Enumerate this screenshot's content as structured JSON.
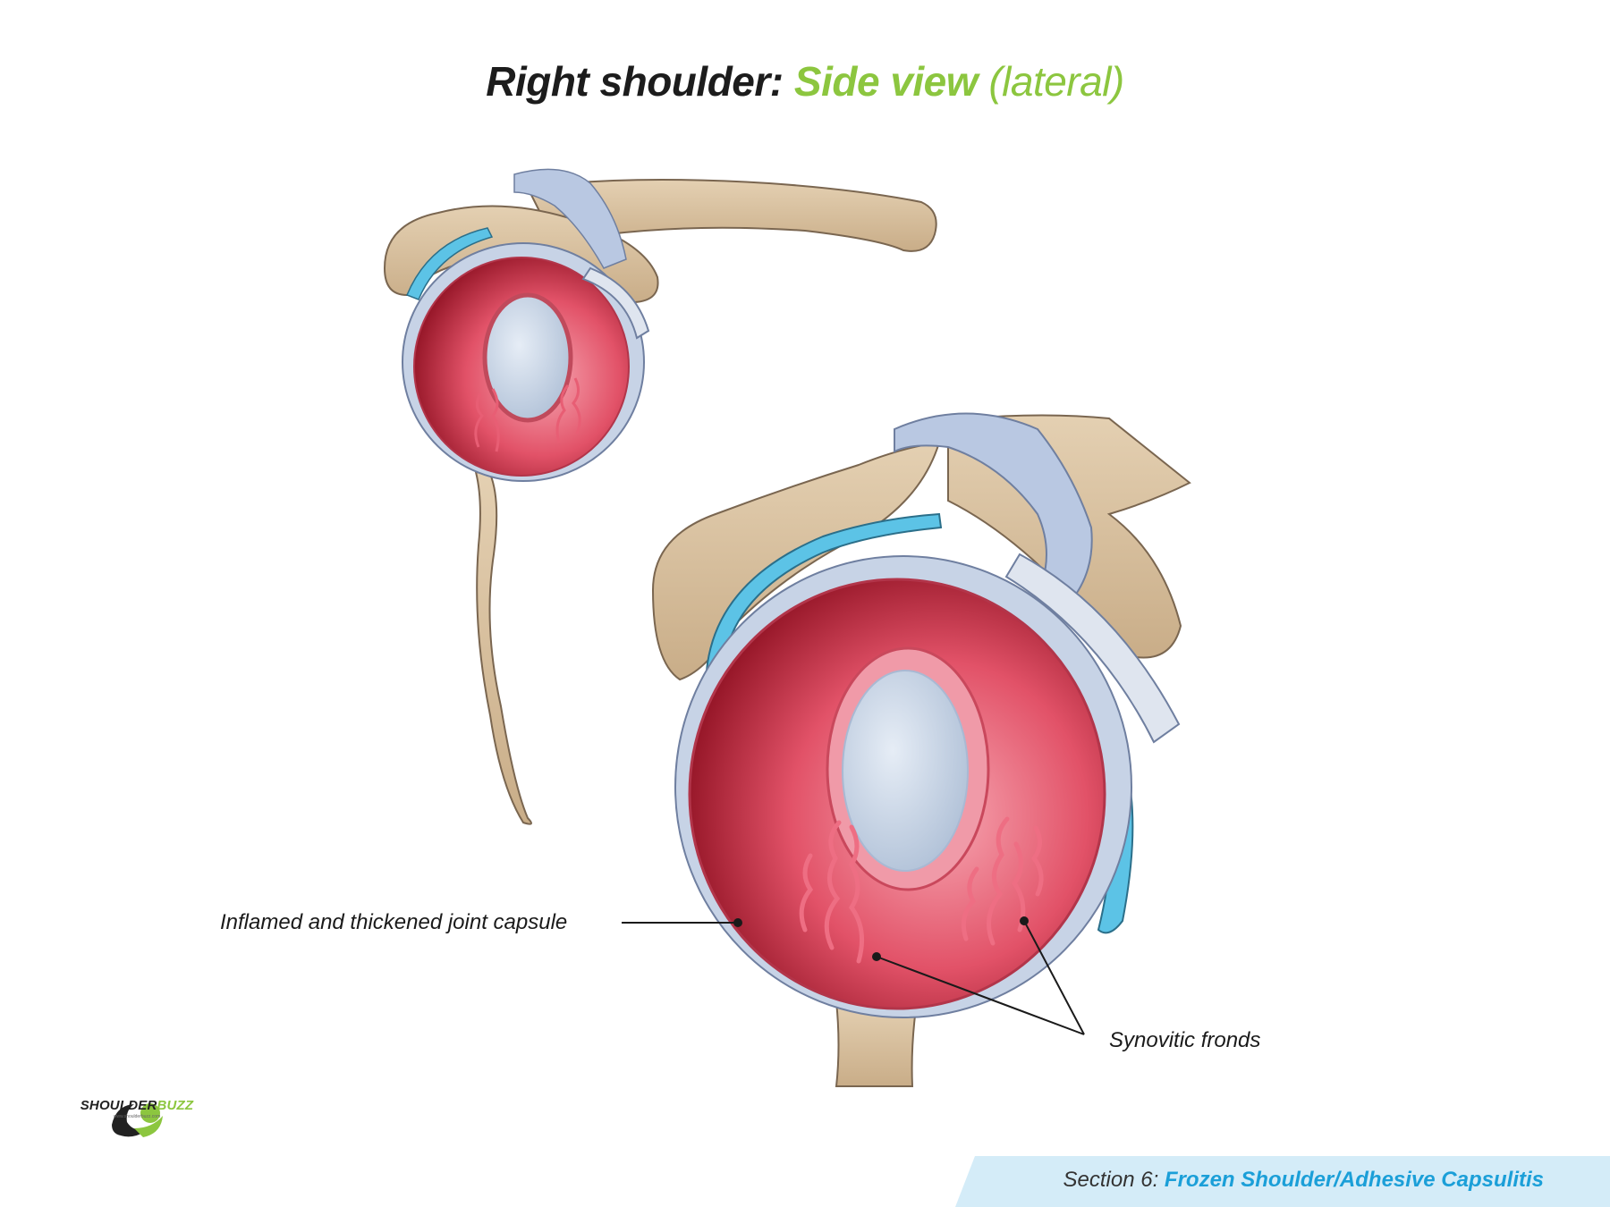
{
  "title": {
    "part1": "Right shoulder",
    "sep": ": ",
    "part2": "Side view",
    "part3": " (lateral)"
  },
  "labels": {
    "capsule": "Inflamed and thickened joint capsule",
    "fronds": "Synovitic fronds"
  },
  "logo": {
    "name_a": "SHOULDER",
    "name_b": "BUZZ",
    "url": "www.shoulderbuzz.com"
  },
  "footer": {
    "section": "Section 6: ",
    "topic": "Frozen Shoulder/Adhesive Capsulitis"
  },
  "colors": {
    "title_accent": "#8cc63f",
    "footer_accent": "#1b9fd8",
    "footer_band": "#d4ecf8",
    "bone": "#d9c3a5",
    "capsule": "#e8677a",
    "cartilage": "#c9d8ea",
    "bursa": "#5cc3e6"
  }
}
